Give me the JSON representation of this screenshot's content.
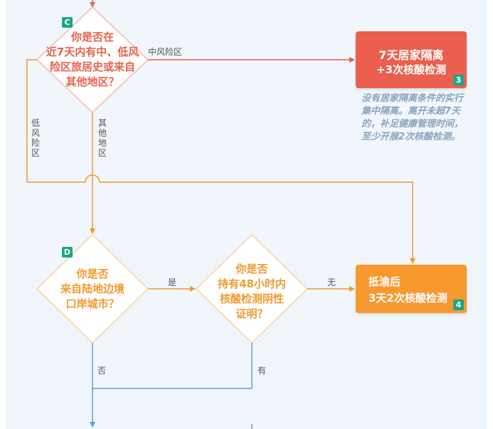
{
  "colors": {
    "red": "#e8604d",
    "orange": "#f29a2e",
    "teal_badge": "#1ba784",
    "blue_line": "#5b9fd6",
    "panel": "#f0f6fb"
  },
  "nodes": {
    "c": {
      "badge": "C",
      "lines": [
        "你是否在",
        "近7天内有中、低风",
        "险区旅居史或来自",
        "其他地区？"
      ]
    },
    "d": {
      "badge": "D",
      "lines": [
        "你是否",
        "来自陆地边境",
        "口岸城市？"
      ]
    },
    "e": {
      "lines": [
        "你是否",
        "持有48小时内",
        "核酸检测阴性",
        "证明？"
      ]
    }
  },
  "boxes": {
    "quarantine": {
      "line1": "7天居家隔离",
      "line2": "+3次核酸检测",
      "badge": "3"
    },
    "arrival": {
      "line1": "抵渝后",
      "line2": "3天2次核酸检测",
      "badge": "4"
    }
  },
  "note": "没有居家隔离条件的实行集中隔离。离开未超7天的，补足健康管理时间，至少开展2次核酸检测。",
  "edges": {
    "mid_risk": "中风险区",
    "low_risk": "低风险区",
    "other": "其他地区",
    "yes": "是",
    "none": "无",
    "no": "否",
    "have": "有"
  }
}
